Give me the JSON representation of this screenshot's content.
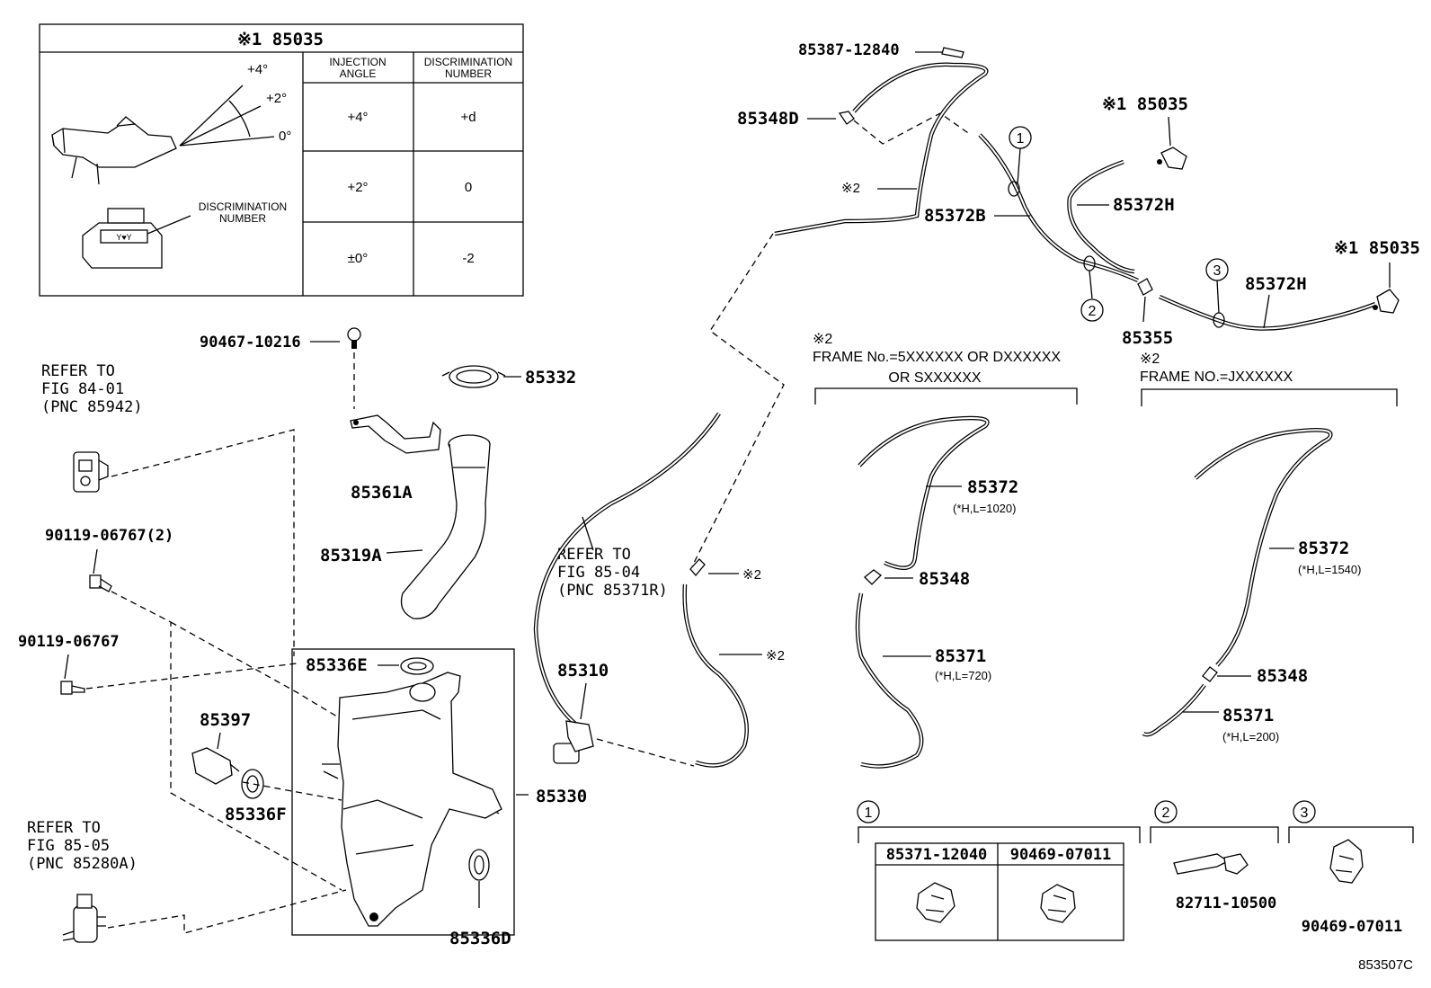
{
  "table": {
    "title": "※1 85035",
    "header_angle": [
      "INJECTION",
      "ANGLE"
    ],
    "header_disc": [
      "DISCRIMINATION",
      "NUMBER"
    ],
    "rows": [
      {
        "angle": "+4°",
        "number": "+d"
      },
      {
        "angle": "+2°",
        "number": "0"
      },
      {
        "angle": "±0°",
        "number": "-2"
      }
    ],
    "angle_marks": [
      "+4°",
      "+2°",
      "0°"
    ],
    "disc_label": [
      "DISCRIMINATION",
      "NUMBER"
    ]
  },
  "parts": {
    "p85387": "85387-12840",
    "p85348D": "85348D",
    "p85372B": "85372B",
    "p85372H_a": "85372H",
    "p85035_a": "※1 85035",
    "p85035_b": "※1 85035",
    "p85372H_b": "85372H",
    "p85355": "85355",
    "p90467": "90467-10216",
    "p85332": "85332",
    "p85361A": "85361A",
    "p85319A": "85319A",
    "p90119_2": "90119-06767(2)",
    "p90119": "90119-06767",
    "p85336E": "85336E",
    "p85397": "85397",
    "p85336F": "85336F",
    "p85330": "85330",
    "p85336D": "85336D",
    "p85310": "85310",
    "p85372_a": "85372",
    "p85348_a": "85348",
    "p85371_a": "85371",
    "p85372_b": "85372",
    "p85348_b": "85348",
    "p85371_b": "85371",
    "mark2_a": "※2",
    "mark2_b": "※2",
    "mark2_c": "※2"
  },
  "notes": {
    "n85372_a": "(*H,L=1020)",
    "n85371_a": "(*H,L=720)",
    "n85372_b": "(*H,L=1540)",
    "n85371_b": "(*H,L=200)"
  },
  "refs": {
    "ref1": [
      "REFER TO",
      "FIG 84-01",
      "(PNC 85942)"
    ],
    "ref2": [
      "REFER TO",
      "FIG 85-05",
      "(PNC 85280A)"
    ],
    "ref3": [
      "REFER TO",
      "FIG 85-04",
      "(PNC 85371R)"
    ]
  },
  "frames": {
    "f1_mark": "※2",
    "f1_line1": "FRAME No.=5XXXXXX OR DXXXXXX",
    "f1_line2": "OR SXXXXXX",
    "f2_mark": "※2",
    "f2_line1": "FRAME NO.=JXXXXXX"
  },
  "circles": {
    "c1": "1",
    "c2": "2",
    "c3": "3"
  },
  "clips": {
    "c1_a": "85371-12040",
    "c1_b": "90469-07011",
    "c2": "82711-10500",
    "c3": "90469-07011"
  },
  "figure_id": "853507C"
}
